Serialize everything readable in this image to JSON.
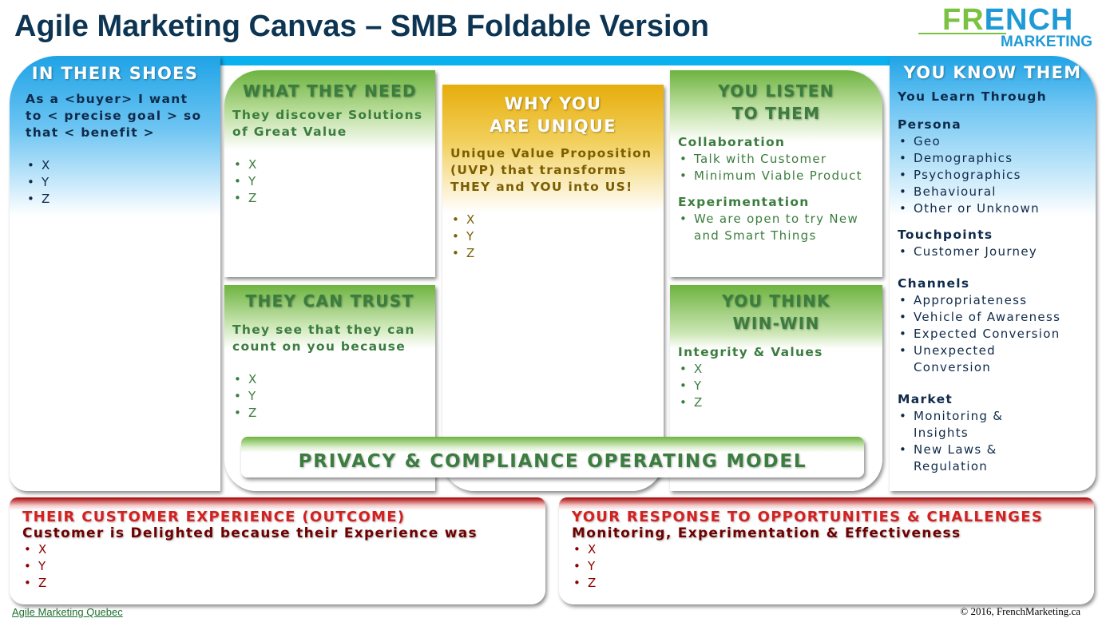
{
  "title": "Agile Marketing Canvas – SMB Foldable Version",
  "logo": {
    "part1": "FR",
    "part2": "ENCH",
    "part3": "MARKETING"
  },
  "shoes": {
    "title": "IN THEIR SHOES",
    "text": "As a <buyer> I want to < precise goal > so that < benefit >",
    "items": [
      "X",
      "Y",
      "Z"
    ]
  },
  "need": {
    "title": "WHAT THEY NEED",
    "text": "They discover Solutions of Great Value",
    "items": [
      "X",
      "Y",
      "Z"
    ]
  },
  "trust": {
    "title": "THEY CAN TRUST",
    "text": "They see that they can count on you because",
    "items": [
      "X",
      "Y",
      "Z"
    ]
  },
  "unique": {
    "title": "WHY YOU ARE UNIQUE",
    "text": "Unique Value Proposition (UVP) that transforms THEY and YOU into US!",
    "items": [
      "X",
      "Y",
      "Z"
    ]
  },
  "listen": {
    "title": "YOU LISTEN TO THEM",
    "s1": "Collaboration",
    "s1_items": [
      "Talk with Customer",
      "Minimum Viable Product"
    ],
    "s2": "Experimentation",
    "s2_items": [
      "We are open to try New and Smart Things"
    ]
  },
  "winwin": {
    "title": "YOU THINK WIN-WIN",
    "text": "Integrity & Values",
    "items": [
      "X",
      "Y",
      "Z"
    ]
  },
  "know": {
    "title": "YOU KNOW THEM",
    "intro": "You Learn Through",
    "persona": "Persona",
    "persona_items": [
      "Geo",
      "Demographics",
      "Psychographics",
      "Behavioural",
      "Other or Unknown"
    ],
    "touch": "Touchpoints",
    "touch_items": [
      "Customer Journey"
    ],
    "channels": "Channels",
    "channels_items": [
      "Appropriateness",
      "Vehicle of Awareness",
      "Expected Conversion",
      "Unexpected Conversion"
    ],
    "market": "Market",
    "market_items": [
      "Monitoring & Insights",
      "New Laws & Regulation"
    ]
  },
  "privacy": "PRIVACY & COMPLIANCE OPERATING MODEL",
  "cx": {
    "title": "THEIR CUSTOMER EXPERIENCE (OUTCOME)",
    "sub": "Customer is Delighted because their Experience was",
    "items": [
      "X",
      "Y",
      "Z"
    ]
  },
  "resp": {
    "title": "YOUR RESPONSE TO OPPORTUNITIES & CHALLENGES",
    "sub": "Monitoring, Experimentation & Effectiveness",
    "items": [
      "X",
      "Y",
      "Z"
    ]
  },
  "footer": {
    "link": "Agile Marketing Quebec",
    "copyright": "© 2016, FrenchMarketing.ca"
  }
}
